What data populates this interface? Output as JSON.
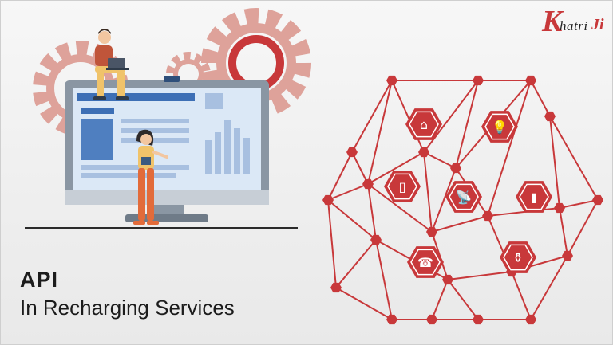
{
  "brand": {
    "logo_name": "Khatri Ji",
    "k_letter": "K",
    "mid_text": "hatri",
    "ji_text": "Ji"
  },
  "headline": {
    "title": "API",
    "subtitle": "In Recharging Services"
  },
  "colors": {
    "accent_red": "#c8383a",
    "gear_pink": "#dea29a",
    "monitor_frame": "#7b8794",
    "screen_blue": "#dbe8f6",
    "bar_blue": "#a8c0e0"
  },
  "network_icons": [
    "router-icon",
    "lightbulb-icon",
    "mobile-phone-icon",
    "satellite-dish-icon",
    "usb-dongle-icon",
    "telephone-icon",
    "gas-cylinder-icon"
  ]
}
